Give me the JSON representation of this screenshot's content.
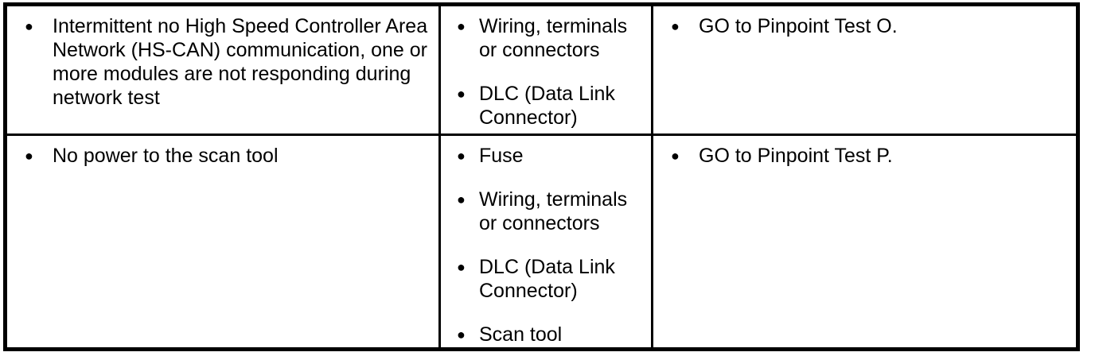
{
  "table": {
    "description": "Diagnostic symptom chart fragment",
    "bullet_glyph": "●",
    "border_color": "#000000",
    "background_color": "#ffffff",
    "text_color": "#000000",
    "rows": [
      {
        "symptom": [
          "Intermittent no High Speed Controller Area Network (HS-CAN) communication, one or more modules are not responding during network test"
        ],
        "sources": [
          "Wiring, terminals or connectors",
          "DLC (Data Link Connector)"
        ],
        "action": [
          "GO to Pinpoint Test O."
        ]
      },
      {
        "symptom": [
          "No power to the scan tool"
        ],
        "sources": [
          "Fuse",
          "Wiring, terminals or connectors",
          "DLC (Data Link Connector)",
          "Scan tool"
        ],
        "action": [
          "GO to Pinpoint Test P."
        ]
      }
    ]
  }
}
